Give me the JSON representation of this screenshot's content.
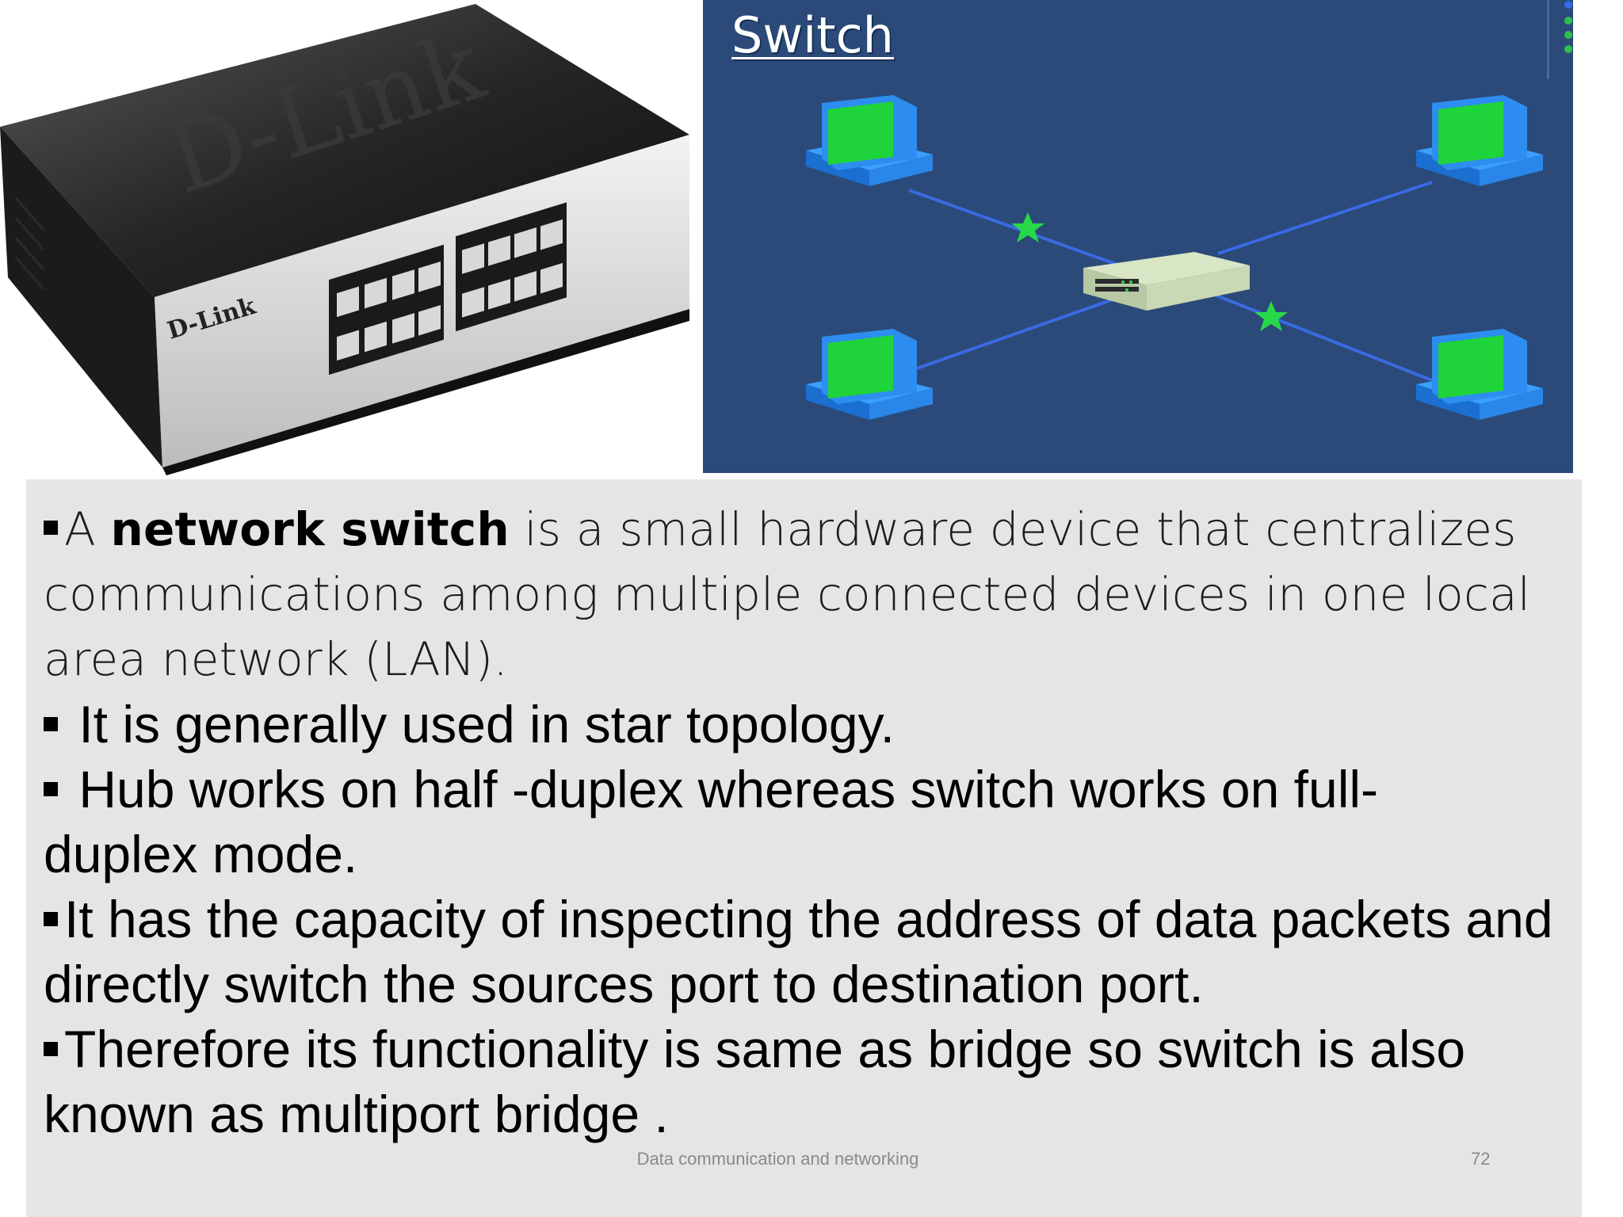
{
  "photo": {
    "brand_label": "D-Link"
  },
  "diagram": {
    "title": "Switch"
  },
  "content": {
    "p1": {
      "prefix": "A ",
      "bold": "network switch",
      "rest": " is a small hardware device that centralizes communications among multiple connected devices in one local area network (LAN)."
    },
    "p2": "It is generally used in star topology.",
    "p3": "Hub works on half -duplex whereas switch works on full-duplex mode.",
    "p4": "It has the capacity of inspecting the address of data packets and directly switch the sources port to destination port.",
    "p5": "Therefore its functionality is same as bridge so switch is also known as multiport bridge ."
  },
  "footer": {
    "text": "Data communication and networking",
    "page_number": "72"
  }
}
